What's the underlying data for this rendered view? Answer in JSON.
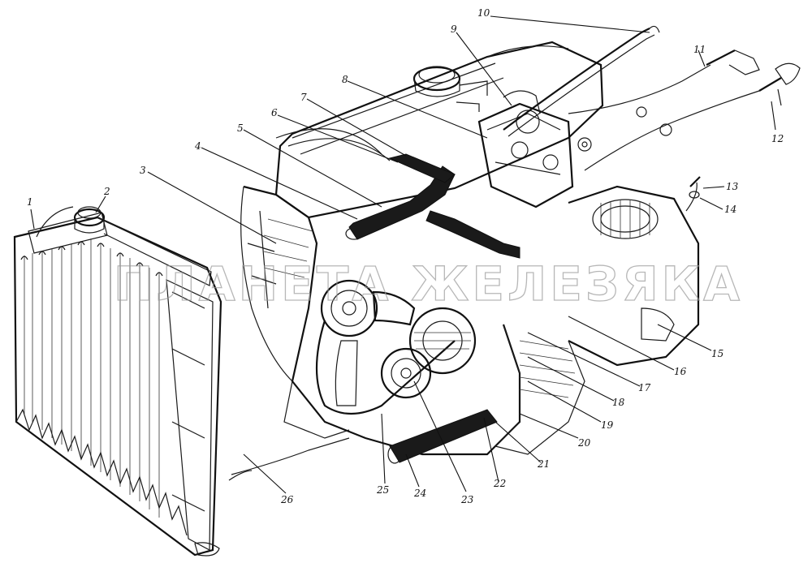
{
  "watermark": "ПЛАНЕТА ЖЕЛЕЗЯКА",
  "callouts": [
    {
      "id": "1",
      "label": "1"
    },
    {
      "id": "2",
      "label": "2"
    },
    {
      "id": "3",
      "label": "3"
    },
    {
      "id": "4",
      "label": "4"
    },
    {
      "id": "5",
      "label": "5"
    },
    {
      "id": "6",
      "label": "6"
    },
    {
      "id": "7",
      "label": "7"
    },
    {
      "id": "8",
      "label": "8"
    },
    {
      "id": "9",
      "label": "9"
    },
    {
      "id": "10",
      "label": "10"
    },
    {
      "id": "11",
      "label": "11"
    },
    {
      "id": "12",
      "label": "12"
    },
    {
      "id": "13",
      "label": "13"
    },
    {
      "id": "14",
      "label": "14"
    },
    {
      "id": "15",
      "label": "15"
    },
    {
      "id": "16",
      "label": "16"
    },
    {
      "id": "17",
      "label": "17"
    },
    {
      "id": "18",
      "label": "18"
    },
    {
      "id": "19",
      "label": "19"
    },
    {
      "id": "20",
      "label": "20"
    },
    {
      "id": "21",
      "label": "21"
    },
    {
      "id": "22",
      "label": "22"
    },
    {
      "id": "23",
      "label": "23"
    },
    {
      "id": "24",
      "label": "24"
    },
    {
      "id": "25",
      "label": "25"
    },
    {
      "id": "26",
      "label": "26"
    }
  ]
}
